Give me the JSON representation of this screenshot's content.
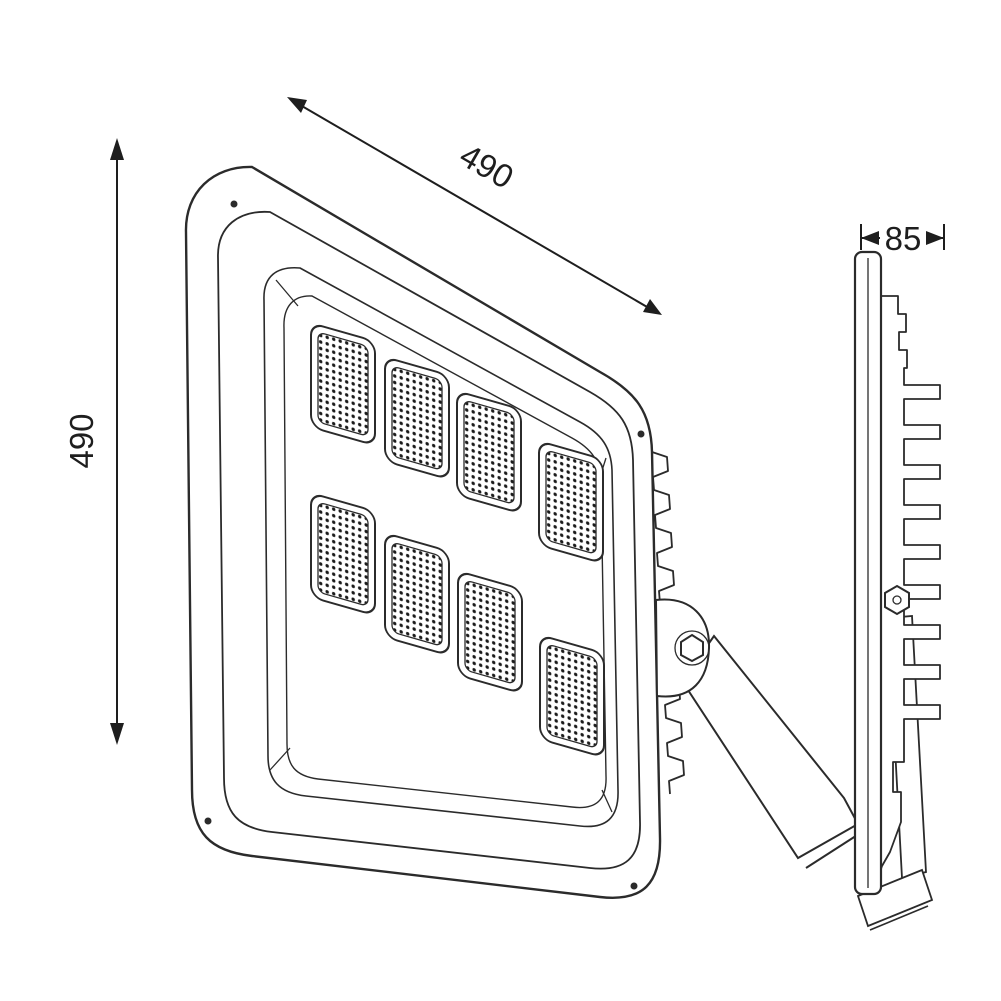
{
  "drawing": {
    "kind": "floodlight-dimension-drawing",
    "dimensions": {
      "width": "490",
      "height": "490",
      "depth": "85"
    },
    "led_modules": {
      "rows": 2,
      "columns": 4,
      "count": 8
    }
  }
}
